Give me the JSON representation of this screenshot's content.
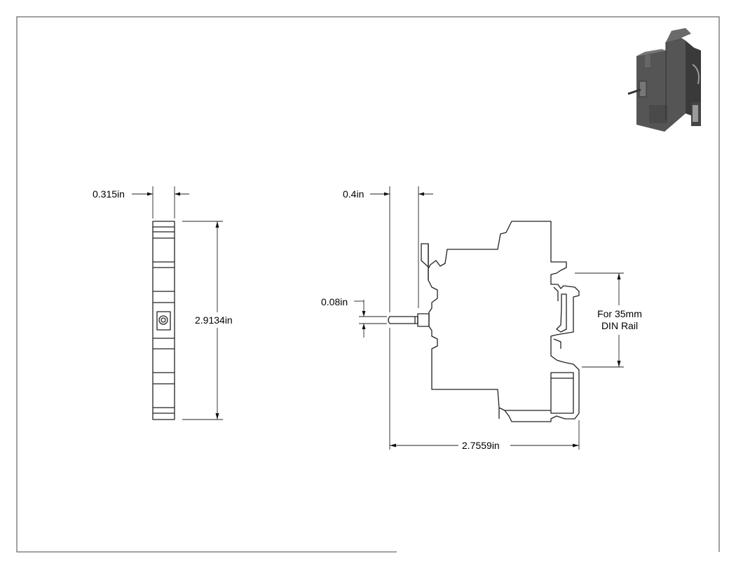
{
  "drawing": {
    "dimensions": {
      "side_width": "0.315in",
      "side_height": "2.9134in",
      "front_offset": "0.4in",
      "pin_diameter": "0.08in",
      "overall_width": "2.7559in"
    },
    "din_note": {
      "line1": "For 35mm",
      "line2": "DIN Rail"
    }
  },
  "colors": {
    "line": "#222222",
    "frame": "#444444",
    "thumbnail_body": "#4a4a4a",
    "background": "#ffffff"
  }
}
